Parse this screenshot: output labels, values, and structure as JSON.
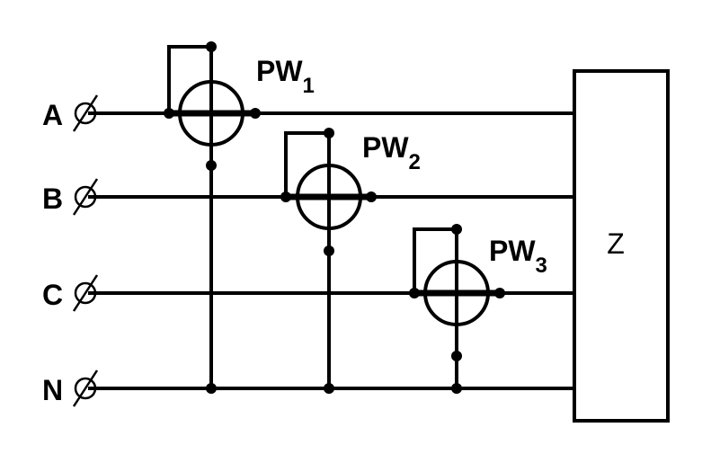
{
  "phases": [
    {
      "id": "A",
      "label": "A"
    },
    {
      "id": "B",
      "label": "B"
    },
    {
      "id": "C",
      "label": "C"
    },
    {
      "id": "N",
      "label": "N"
    }
  ],
  "meters": [
    {
      "name": "PW",
      "index": "1"
    },
    {
      "name": "PW",
      "index": "2"
    },
    {
      "name": "PW",
      "index": "3"
    }
  ],
  "load": {
    "label": "Z"
  }
}
